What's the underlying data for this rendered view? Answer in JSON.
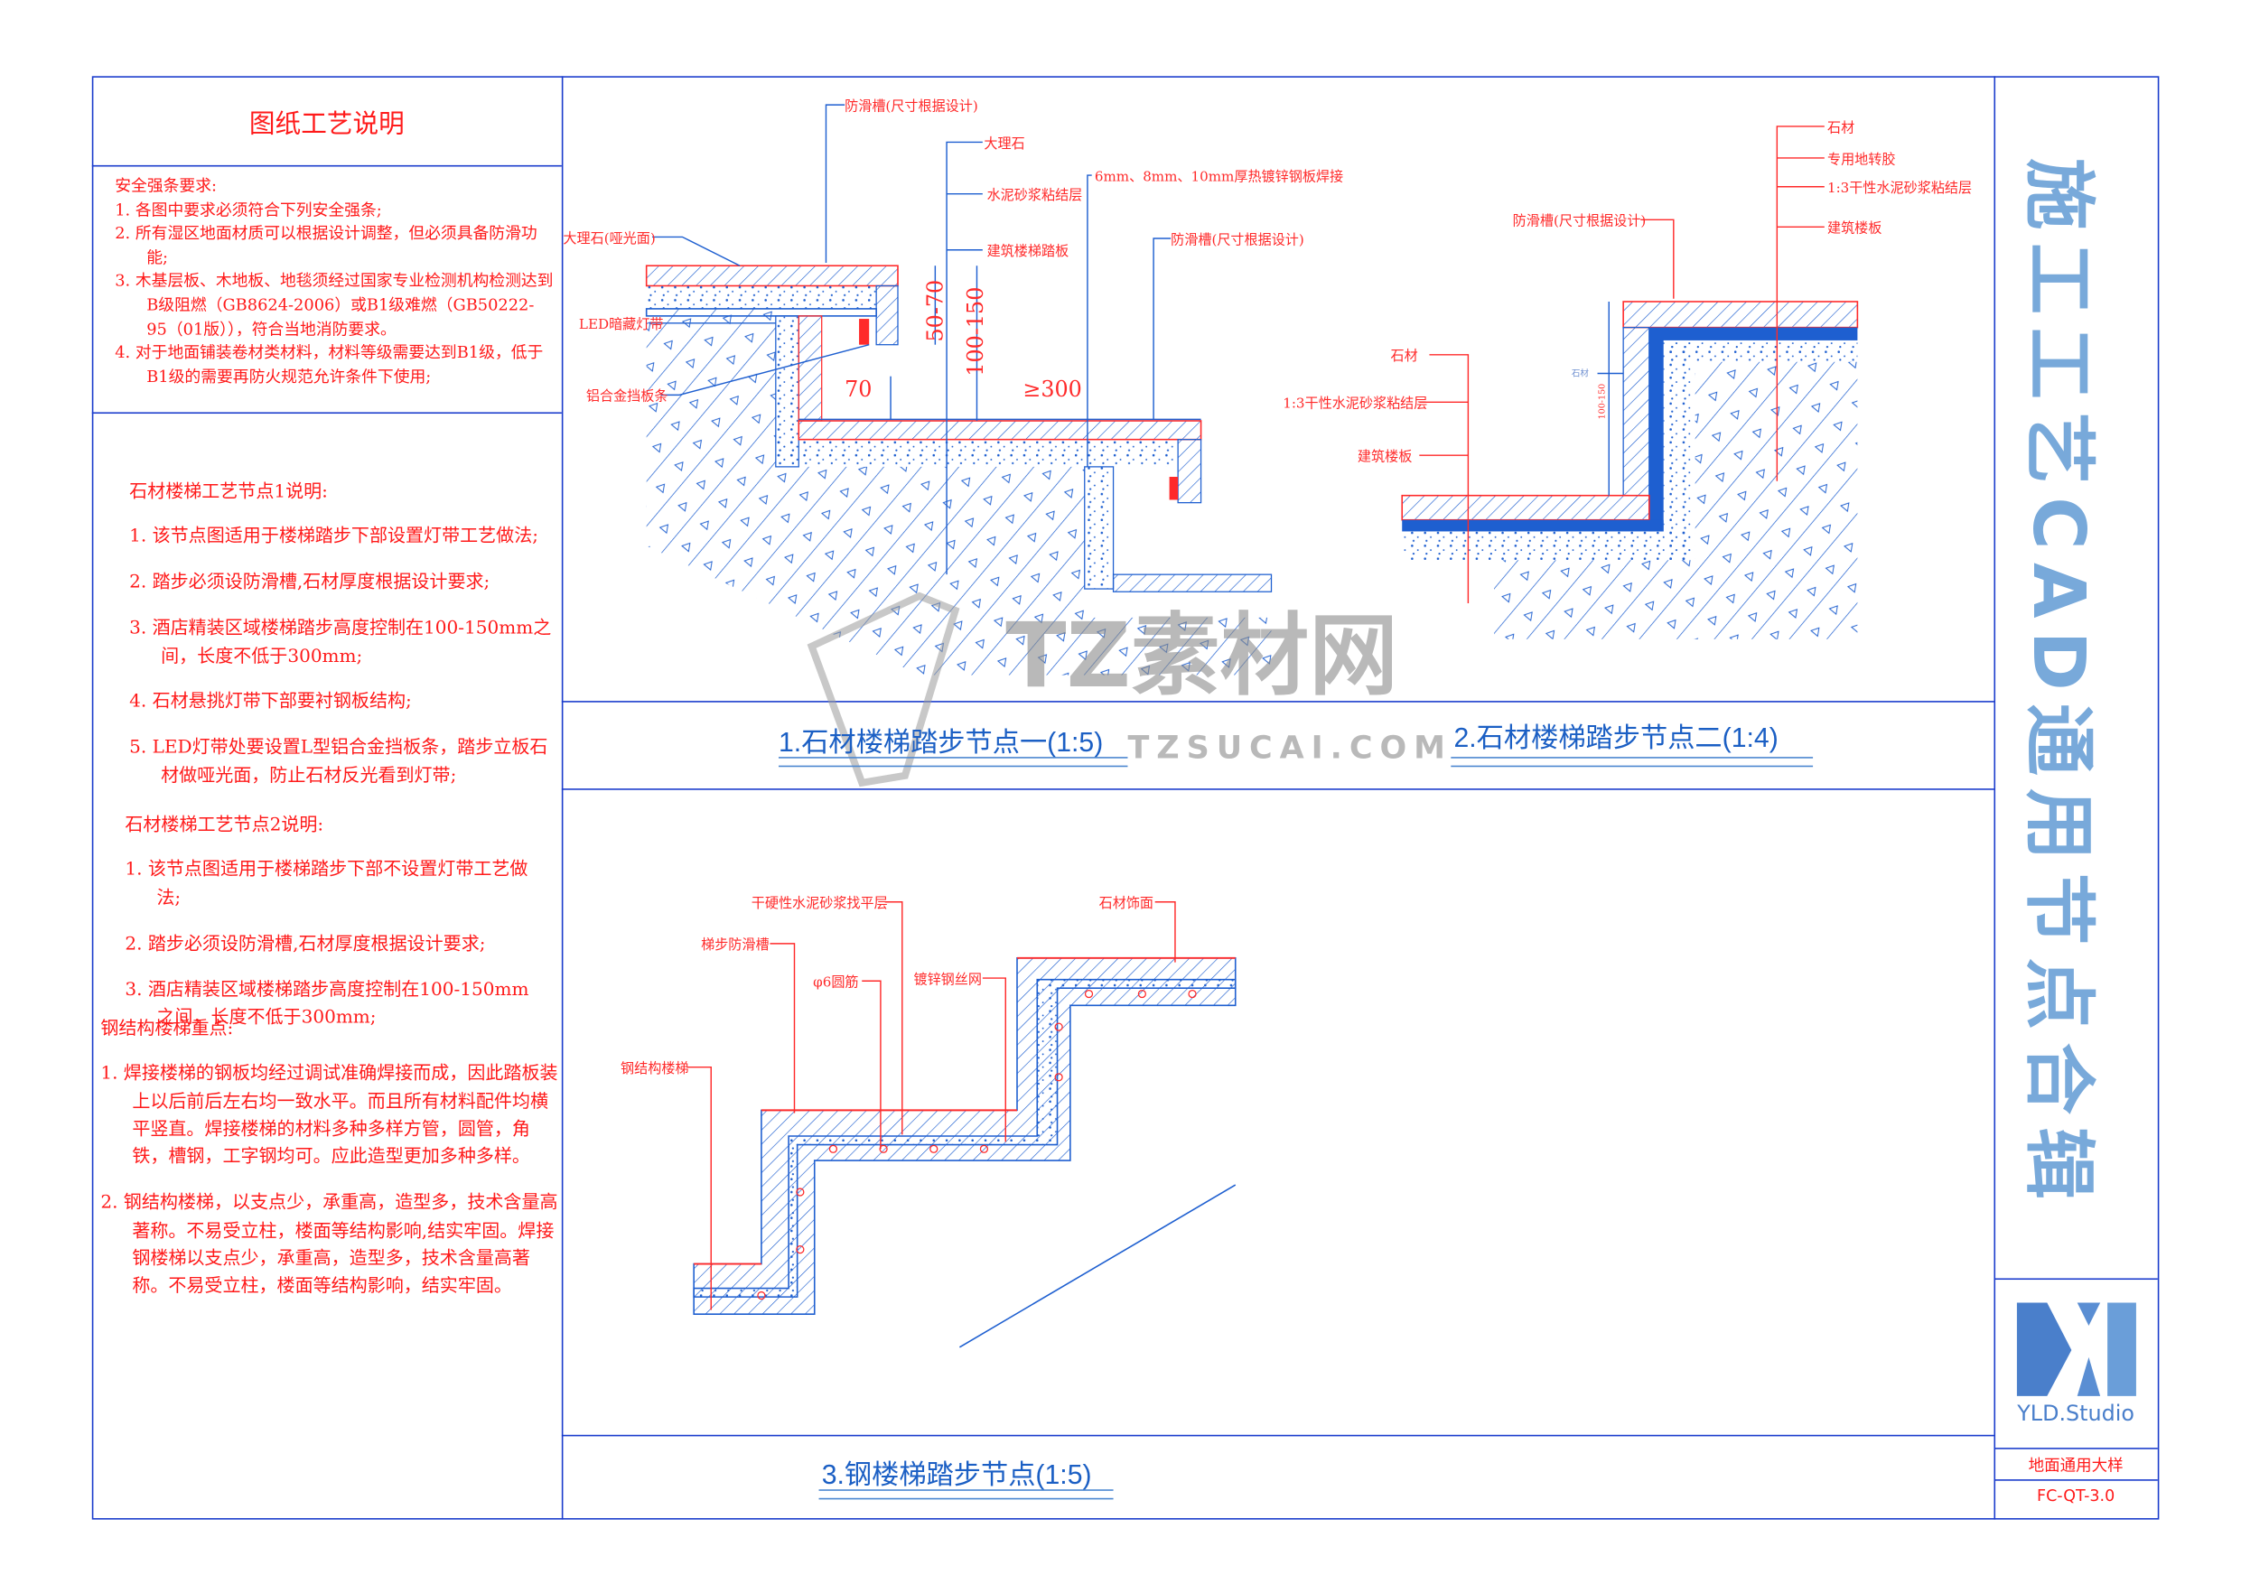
{
  "notes": {
    "title": "图纸工艺说明",
    "safety": {
      "heading": "安全强条要求:",
      "items": [
        "1. 各图中要求必须符合下列安全强条;",
        "2. 所有湿区地面材质可以根据设计调整，但必须具备防滑功能;",
        "3. 木基层板、木地板、地毯须经过国家专业检测机构检测达到B级阻燃（GB8624-2006）或B1级难燃（GB50222-95（01版）），符合当地消防要求。",
        "4. 对于地面铺装卷材类材料，材料等级需要达到B1级，低于B1级的需要再防火规范允许条件下使用;"
      ]
    },
    "node1": {
      "heading": "石材楼梯工艺节点1说明:",
      "items": [
        "1. 该节点图适用于楼梯踏步下部设置灯带工艺做法;",
        "2. 踏步必须设防滑槽,石材厚度根据设计要求;",
        "3. 酒店精装区域楼梯踏步高度控制在100-150mm之间，长度不低于300mm;",
        "4. 石材悬挑灯带下部要衬钢板结构;",
        "5. LED灯带处要设置L型铝合金挡板条，踏步立板石材做哑光面，防止石材反光看到灯带;"
      ]
    },
    "node2": {
      "heading": "石材楼梯工艺节点2说明:",
      "items": [
        "1. 该节点图适用于楼梯踏步下部不设置灯带工艺做法;",
        "2. 踏步必须设防滑槽,石材厚度根据设计要求;",
        "3. 酒店精装区域楼梯踏步高度控制在100-150mm之间，长度不低于300mm;"
      ]
    },
    "steel": {
      "heading": "钢结构楼梯重点:",
      "items": [
        "1. 焊接楼梯的钢板均经过调试准确焊接而成，因此踏板装上以后前后左右均一致水平。而且所有材料配件均横平竖直。焊接楼梯的材料多种多样方管，圆管，角铁，槽钢，工字钢均可。应此造型更加多种多样。",
        "2. 钢结构楼梯，以支点少，承重高，造型多，技术含量高著称。不易受立柱，楼面等结构影响,结实牢固。焊接钢楼梯以支点少，承重高，造型多，技术含量高著称。不易受立柱，楼面等结构影响，结实牢固。"
      ]
    }
  },
  "detail1": {
    "caption": "1.石材楼梯踏步节点一(1:5)",
    "labels": {
      "antislip_top": "防滑槽(尺寸根据设计)",
      "marble": "大理石",
      "steel_plate": "6mm、8mm、10mm厚热镀锌钢板焊接",
      "mortar": "水泥砂浆粘结层",
      "stair_tread": "建筑楼梯踏板",
      "antislip_right": "防滑槽(尺寸根据设计)",
      "marble_matte": "大理石(哑光面)",
      "led": "LED暗藏灯带",
      "aluminum": "铝合金挡板条"
    },
    "dims": {
      "d1": "50-70",
      "d2": "100-150",
      "d3": "70",
      "d4": "≥300"
    }
  },
  "detail2": {
    "caption": "2.石材楼梯踏步节点二(1:4)",
    "labels": {
      "stone_top": "石材",
      "adhesive": "专用地转胶",
      "mortar_top": "1:3干性水泥砂浆粘结层",
      "slab_top": "建筑楼板",
      "antislip": "防滑槽(尺寸根据设计)",
      "stone_left": "石材",
      "mortar_left": "1:3干性水泥砂浆粘结层",
      "slab_left": "建筑楼板",
      "stone_small": "石材"
    },
    "dims": {
      "d1": "100-150"
    }
  },
  "detail3": {
    "caption": "3.钢楼梯踏步节点(1:5)",
    "labels": {
      "leveling": "干硬性水泥砂浆找平层",
      "stone_face": "石材饰面",
      "antislip": "梯步防滑槽",
      "rebar": "φ6圆筋",
      "mesh": "镀锌钢丝网",
      "steel_stair": "钢结构楼梯"
    }
  },
  "watermark": {
    "main": "TZ素材网",
    "url": "TZSUCAI.COM"
  },
  "sidebar": {
    "vertical_title": "施工工艺CAD通用节点合辑",
    "logo_text": "YLD.Studio",
    "drawing_name": "地面通用大样",
    "drawing_code": "FC-QT-3.0"
  },
  "colors": {
    "frame": "#1a3ccc",
    "text_red": "#ff1a1a",
    "caption_blue": "#1b5fc4",
    "hatch_blue": "#1e5fd0",
    "title_light_blue": "#78a9da"
  }
}
